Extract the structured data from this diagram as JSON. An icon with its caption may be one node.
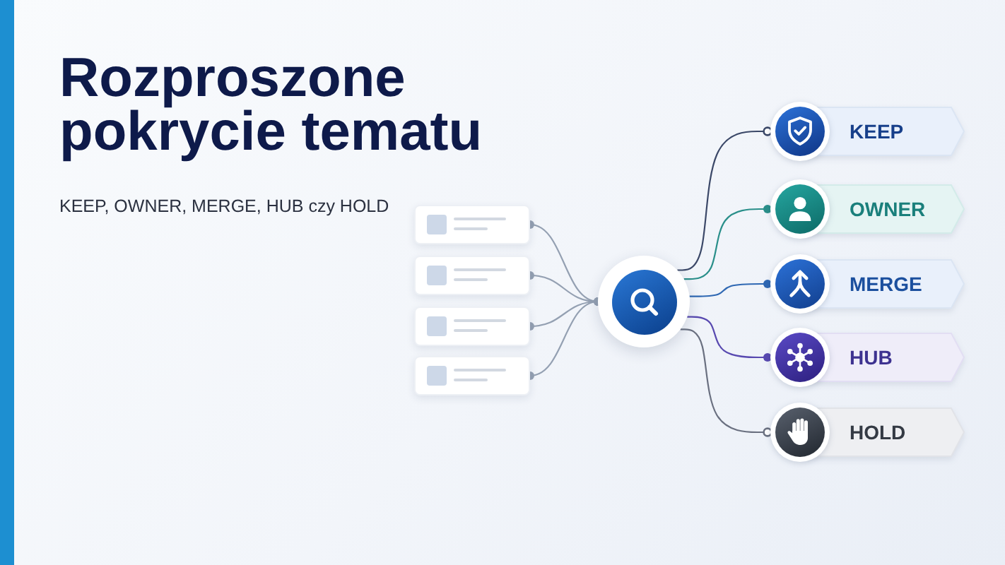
{
  "diagram": {
    "title": "Rozproszone pokrycie tematu",
    "nodes": [
      {
        "text": [],
        "shape": "box"
      },
      {
        "text": [],
        "shape": "box"
      },
      {
        "text": [],
        "shape": "box"
      },
      {
        "text": [],
        "shape": "box"
      },
      {
        "text": [],
        "shape": "circle"
      },
      {
        "text": [
          "KEEP"
        ]
      },
      {
        "text": [
          "OWNER"
        ]
      },
      {
        "text": [
          "MERGE"
        ]
      },
      {
        "text": [
          "HUB"
        ]
      },
      {
        "text": [
          "HOLD"
        ]
      }
    ],
    "edges": [
      {
        "from": 0,
        "to": 4,
        "arrow": "other"
      },
      {
        "from": 1,
        "to": 4,
        "arrow": "other"
      },
      {
        "from": 2,
        "to": 4,
        "arrow": "other"
      },
      {
        "from": 3,
        "to": 4,
        "arrow": "other"
      },
      {
        "from": 4,
        "to": 5,
        "arrow": "other",
        "color": "#3b4868"
      },
      {
        "from": 4,
        "to": 6,
        "arrow": "other",
        "color": "#2a8f8a"
      },
      {
        "from": 4,
        "to": 7,
        "arrow": "other",
        "color": "#2f68b3"
      },
      {
        "from": 4,
        "to": 8,
        "arrow": "other",
        "color": "#5849b0"
      },
      {
        "from": 4,
        "to": 9,
        "arrow": "other",
        "color": "#6a7080"
      }
    ],
    "labels": [
      "KEEP, OWNER, MERGE, HUB czy HOLD"
    ]
  }
}
